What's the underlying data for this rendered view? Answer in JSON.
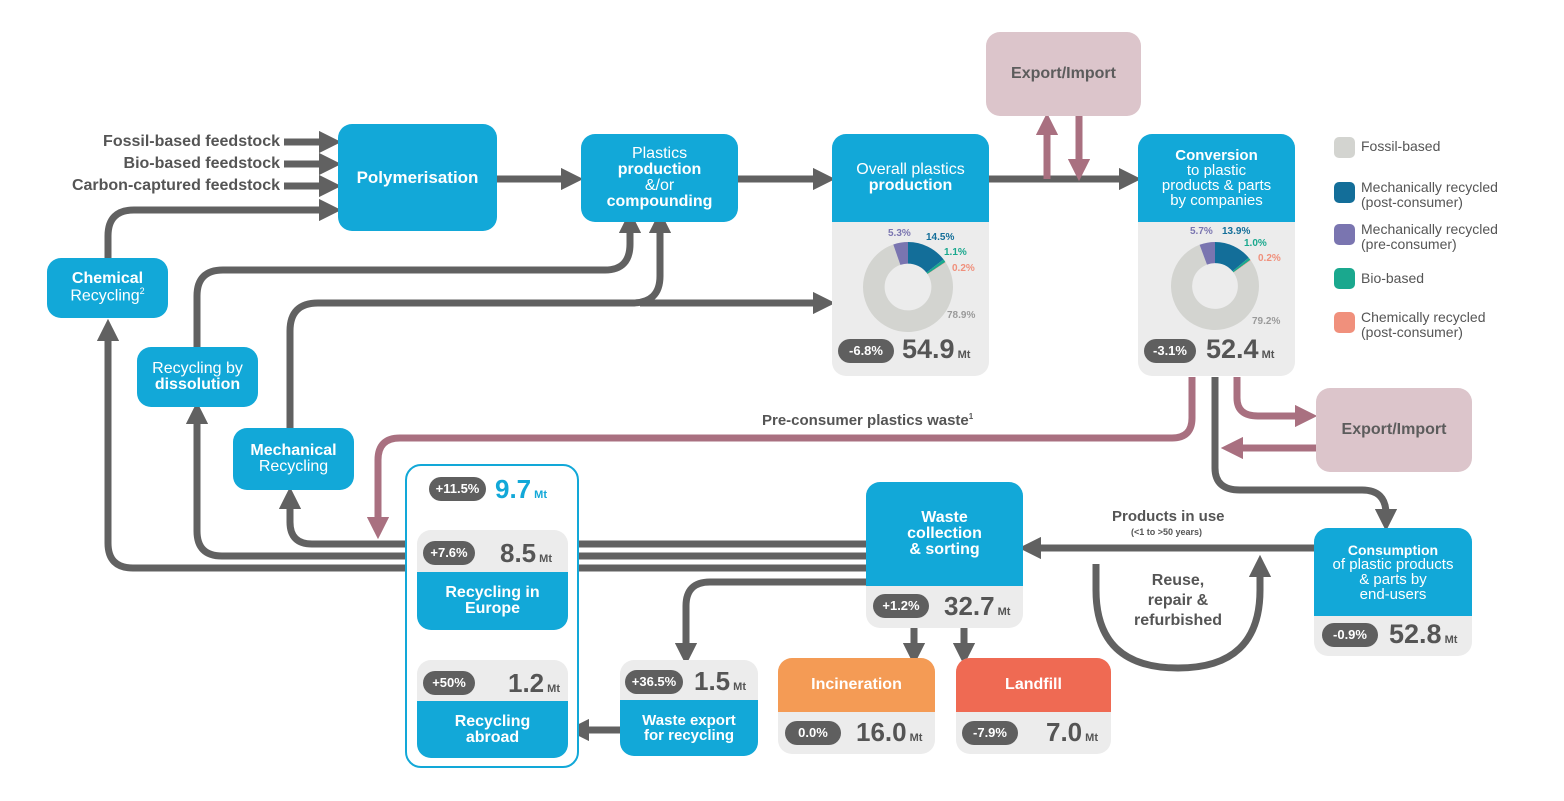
{
  "feedstocks": [
    "Fossil-based feedstock",
    "Bio-based feedstock",
    "Carbon-captured feedstock"
  ],
  "nodes": {
    "polymerisation": "Polymerisation",
    "plastics_production": {
      "l1": "Plastics",
      "l2": "production",
      "l3": "&/or",
      "l4": "compounding"
    },
    "overall_production": {
      "l1": "Overall plastics",
      "l2": "production",
      "change": "-6.8%",
      "value": "54.9",
      "unit": "Mt"
    },
    "conversion": {
      "l1": "Conversion",
      "l2": "to plastic",
      "l3": "products & parts",
      "l4": "by companies",
      "change": "-3.1%",
      "value": "52.4",
      "unit": "Mt"
    },
    "export_import_top": "Export/Import",
    "export_import_right": "Export/Import",
    "chemical_recycling": {
      "l1": "Chemical",
      "l2": "Recycling",
      "sup": "2"
    },
    "recycling_dissolution": {
      "l1": "Recycling by",
      "l2": "dissolution"
    },
    "mechanical_recycling": {
      "l1": "Mechanical",
      "l2": "Recycling"
    },
    "recycling_total": {
      "change": "+11.5%",
      "value": "9.7",
      "unit": "Mt"
    },
    "recycling_europe": {
      "l1": "Recycling in",
      "l2": "Europe",
      "change": "+7.6%",
      "value": "8.5",
      "unit": "Mt"
    },
    "recycling_abroad": {
      "l1": "Recycling",
      "l2": "abroad",
      "change": "+50%",
      "value": "1.2",
      "unit": "Mt"
    },
    "waste_export": {
      "l1": "Waste export",
      "l2": "for recycling",
      "change": "+36.5%",
      "value": "1.5",
      "unit": "Mt"
    },
    "waste_collection": {
      "l1": "Waste",
      "l2": "collection",
      "l3": "& sorting",
      "change": "+1.2%",
      "value": "32.7",
      "unit": "Mt"
    },
    "incineration": {
      "label": "Incineration",
      "change": "0.0%",
      "value": "16.0",
      "unit": "Mt"
    },
    "landfill": {
      "label": "Landfill",
      "change": "-7.9%",
      "value": "7.0",
      "unit": "Mt"
    },
    "consumption": {
      "l1": "Consumption",
      "l2": "of plastic products",
      "l3": "& parts by",
      "l4": "end-users",
      "change": "-0.9%",
      "value": "52.8",
      "unit": "Mt"
    }
  },
  "labels": {
    "pre_consumer": "Pre-consumer plastics waste",
    "pre_consumer_sup": "1",
    "products_in_use": "Products in use",
    "products_in_use_sub": "(<1 to >50 years)",
    "reuse_l1": "Reuse,",
    "reuse_l2": "repair &",
    "reuse_l3": "refurbished"
  },
  "donut_production": {
    "slices": [
      78.9,
      5.3,
      14.5,
      1.1,
      0.2
    ],
    "labels": [
      "78.9%",
      "5.3%",
      "14.5%",
      "1.1%",
      "0.2%"
    ]
  },
  "donut_conversion": {
    "slices": [
      79.2,
      5.7,
      13.9,
      1.0,
      0.2
    ],
    "labels": [
      "79.2%",
      "5.7%",
      "13.9%",
      "1.0%",
      "0.2%"
    ]
  },
  "legend": [
    {
      "l1": "Fossil-based",
      "l2": "",
      "color": "#d3d4d0"
    },
    {
      "l1": "Mechanically recycled",
      "l2": "(post-consumer)",
      "color": "#136e99"
    },
    {
      "l1": "Mechanically recycled",
      "l2": "(pre-consumer)",
      "color": "#7a75b0"
    },
    {
      "l1": "Bio-based",
      "l2": "",
      "color": "#1aa88e"
    },
    {
      "l1": "Chemically recycled",
      "l2": "(post-consumer)",
      "color": "#f0907c"
    }
  ],
  "colors": {
    "blue": "#12a8d8",
    "arrow": "#616161",
    "pink_arrow": "#a97080",
    "grey_box": "#ececec",
    "pink_box": "#dcc5cb",
    "orange": "#f49b55",
    "red": "#ef6a53"
  }
}
